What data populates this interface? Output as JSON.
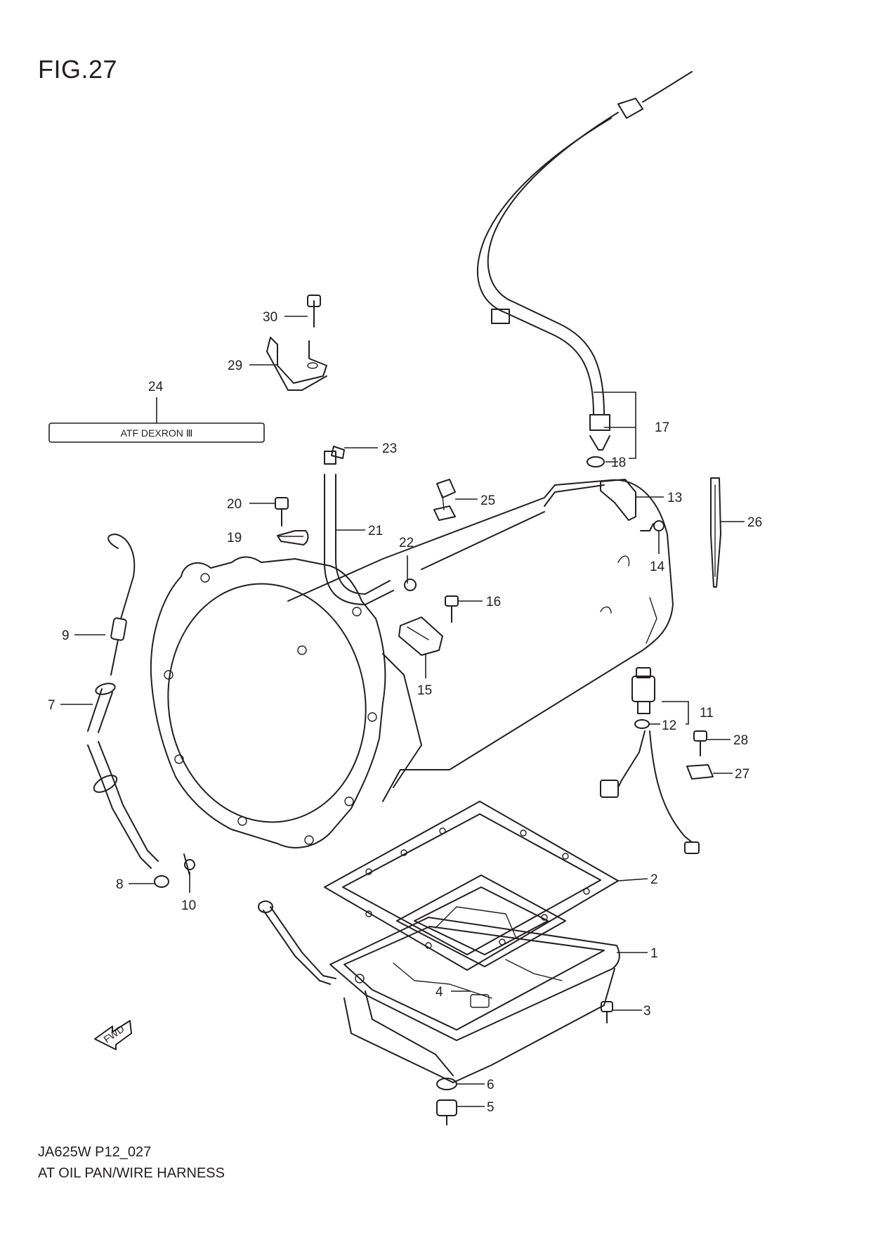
{
  "figure": {
    "title": "FIG.27",
    "label_box": "ATF DEXRON Ⅲ",
    "fwd_symbol": "FWD"
  },
  "footer": {
    "code": "JA625W P12_027",
    "name": "AT OIL PAN/WIRE HARNESS"
  },
  "callouts": [
    {
      "id": "1",
      "text": "1"
    },
    {
      "id": "2",
      "text": "2"
    },
    {
      "id": "3",
      "text": "3"
    },
    {
      "id": "4",
      "text": "4"
    },
    {
      "id": "5",
      "text": "5"
    },
    {
      "id": "6",
      "text": "6"
    },
    {
      "id": "7",
      "text": "7"
    },
    {
      "id": "8",
      "text": "8"
    },
    {
      "id": "9",
      "text": "9"
    },
    {
      "id": "10",
      "text": "10"
    },
    {
      "id": "11",
      "text": "11"
    },
    {
      "id": "12",
      "text": "12"
    },
    {
      "id": "13",
      "text": "13"
    },
    {
      "id": "14",
      "text": "14"
    },
    {
      "id": "15",
      "text": "15"
    },
    {
      "id": "16",
      "text": "16"
    },
    {
      "id": "17",
      "text": "17"
    },
    {
      "id": "18",
      "text": "18"
    },
    {
      "id": "19",
      "text": "19"
    },
    {
      "id": "20",
      "text": "20"
    },
    {
      "id": "21",
      "text": "21"
    },
    {
      "id": "22",
      "text": "22"
    },
    {
      "id": "23",
      "text": "23"
    },
    {
      "id": "24",
      "text": "24"
    },
    {
      "id": "25",
      "text": "25"
    },
    {
      "id": "26",
      "text": "26"
    },
    {
      "id": "27",
      "text": "27"
    },
    {
      "id": "28",
      "text": "28"
    },
    {
      "id": "29",
      "text": "29"
    },
    {
      "id": "30",
      "text": "30"
    }
  ]
}
